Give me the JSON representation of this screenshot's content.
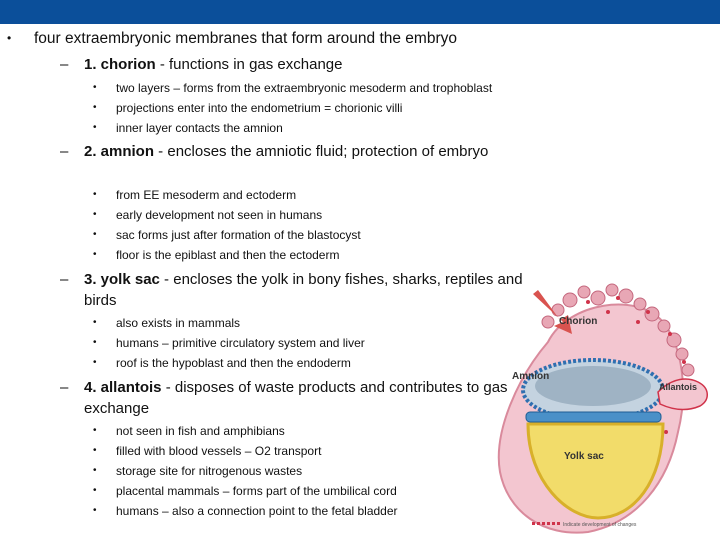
{
  "intro": "four extraembryonic membranes that form around the embryo",
  "sections": [
    {
      "title": "1. chorion",
      "desc": " -  functions in gas exchange",
      "items": [
        "two layers – forms from the extraembryonic mesoderm and trophoblast",
        "projections enter into the endometrium = chorionic villi",
        "inner layer contacts the amnion"
      ]
    },
    {
      "title": "2. amnion",
      "desc": " -  encloses the amniotic fluid; protection of embryo",
      "items": [
        "from EE mesoderm and ectoderm",
        "early development not seen in humans",
        "sac forms just after formation of the blastocyst",
        "floor is the  epiblast and then the ectoderm"
      ]
    },
    {
      "title": "3. yolk sac",
      "desc": "  - encloses the yolk in bony fishes, sharks, reptiles and birds",
      "items": [
        "also exists in mammals",
        "humans – primitive circulatory system and liver",
        "roof is the hypoblast and then the endoderm"
      ]
    },
    {
      "title": "4. allantois",
      "desc": " -  disposes of waste products and contributes to gas exchange",
      "items": [
        "not seen in fish and amphibians",
        "filled with blood vessels – O2 transport",
        "storage site for nitrogenous wastes",
        "placental mammals – forms part of the umbilical cord",
        "humans – also a connection point to the fetal bladder"
      ]
    }
  ],
  "diagram": {
    "labels": {
      "chorion": "Chorion",
      "amnion": "Amnion",
      "allantois": "Allantois",
      "yolk_sac": "Yolk sac"
    },
    "legend": "Indicate development of changes"
  },
  "colors": {
    "header_bar": "#0b4f9a",
    "chorion": "#e8a7b5",
    "yolk": "#f2dc6a",
    "amnion_fluid": "#c4d3e0",
    "vessel": "#d0334a",
    "arrow": "#d9534f"
  }
}
